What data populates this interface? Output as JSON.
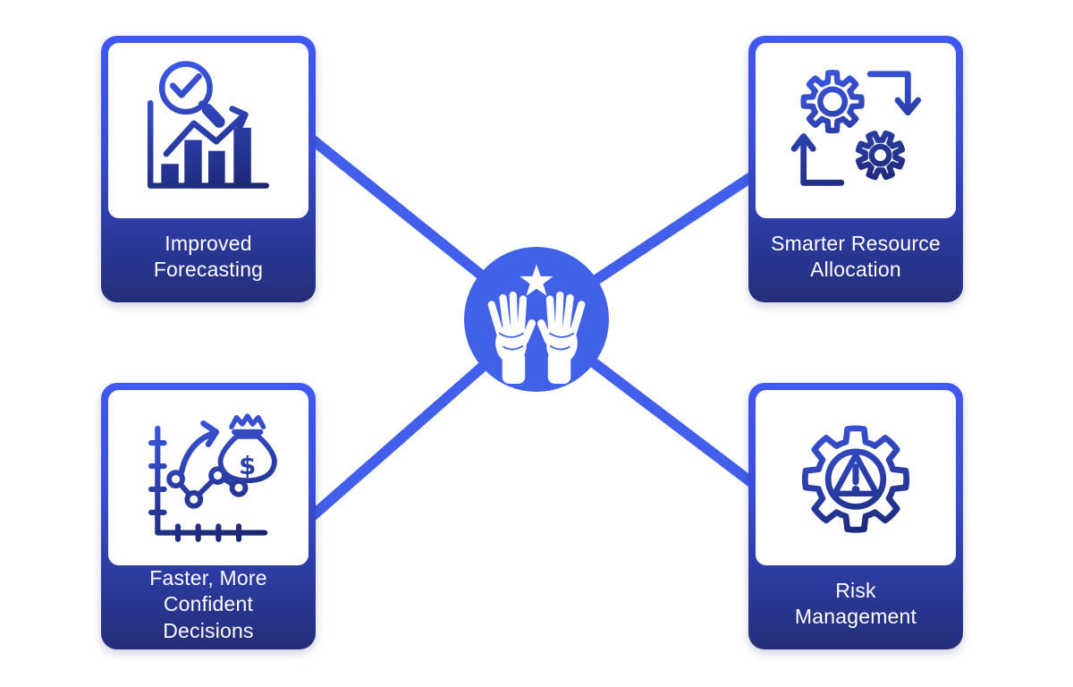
{
  "diagram": {
    "center": {
      "icon": "hands-holding-star-icon"
    },
    "colors": {
      "background": "#ffffff",
      "connector": "#415FEA",
      "hub": "#4161E8",
      "card_gradient_top": "#4158F2",
      "card_gradient_bottom": "#242E78",
      "panel": "#ffffff",
      "label_text": "#ffffff",
      "icon_gradient_top": "#3E5BEA",
      "icon_gradient_bottom": "#1B2670"
    },
    "dollar_symbol": "$",
    "cards": [
      {
        "id": "improved-forecasting",
        "position": "top-left",
        "icon": "bar-chart-magnifier-icon",
        "label": "Improved\nForecasting"
      },
      {
        "id": "smarter-resource-allocation",
        "position": "top-right",
        "icon": "gears-sync-icon",
        "label": "Smarter Resource\nAllocation"
      },
      {
        "id": "faster-confident-decisions",
        "position": "bottom-left",
        "icon": "trend-chart-money-bag-icon",
        "label": "Faster, More\nConfident\nDecisions"
      },
      {
        "id": "risk-management",
        "position": "bottom-right",
        "icon": "gear-warning-icon",
        "label": "Risk\nManagement"
      }
    ]
  }
}
